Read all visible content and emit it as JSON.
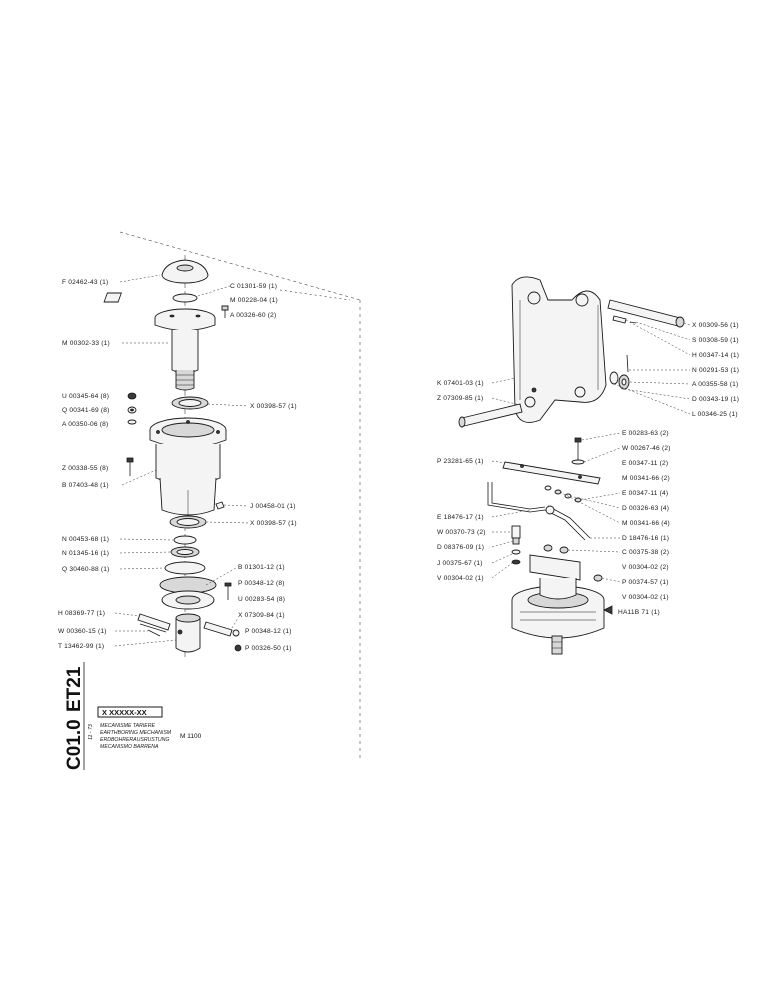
{
  "left_labels": [
    "F 02462-43 (1)",
    "M 00302-33 (1)",
    "U 00345-64 (8)",
    "Q 00341-69 (8)",
    "A 00350-06 (8)",
    "Z 00338-55 (8)",
    "B 07403-48 (1)",
    "N 00453-68 (1)",
    "N 01345-16 (1)",
    "Q 30460-88 (1)",
    "H 08369-77 (1)",
    "W 00360-15 (1)",
    "T 13462-99 (1)"
  ],
  "mid_labels": [
    "C 01301-59 (1)",
    "M 00228-04 (1)",
    "A 00326-60 (2)",
    "X 00398-57 (1)",
    "J 00458-01 (1)",
    "X 00398-57 (1)",
    "B 01301-12 (1)",
    "P 00348-12 (8)",
    "U 00283-54 (8)",
    "X 07309-84 (1)",
    "P 00348-12 (1)",
    "P 00326-50 (1)"
  ],
  "right_left_labels": [
    "K 07401-03 (1)",
    "Z 07309-85 (1)",
    "P 23281-65 (1)",
    "E 18476-17 (1)",
    "W 00370-73 (2)",
    "D 08376-09 (1)",
    "J 00375-67 (1)",
    "V 00304-02 (1)"
  ],
  "right_right_labels": [
    "X 00309-56 (1)",
    "S 00308-59 (1)",
    "H 00347-14 (1)",
    "N 00291-53 (1)",
    "A 00355-58 (1)",
    "D 00343-19 (1)",
    "L 00346-25 (1)",
    "E 00283-63 (2)",
    "W 00267-46 (2)",
    "E 00347-11 (2)",
    "M 00341-66 (2)",
    "E 00347-11 (4)",
    "D 00326-63 (4)",
    "M 00341-66 (4)",
    "D 18476-16 (1)",
    "C 00375-38 (2)",
    "V 00304-02 (2)",
    "P 00374-57 (1)",
    "V 00304-02 (1)",
    "HA11B 71    (1)"
  ],
  "title_block": {
    "code_top": "ET21",
    "code_bottom": "C01.0",
    "part_number": "X XXXXX-XX",
    "date": "11 - 73",
    "desc_fr": "MECANISME TARIERE",
    "desc_en": "EARTHBORING MECHANISM",
    "desc_de": "ERDBOHRERAUSRUSTUNG",
    "desc_es": "MECANISMO BARRENA",
    "model": "M 1100"
  }
}
